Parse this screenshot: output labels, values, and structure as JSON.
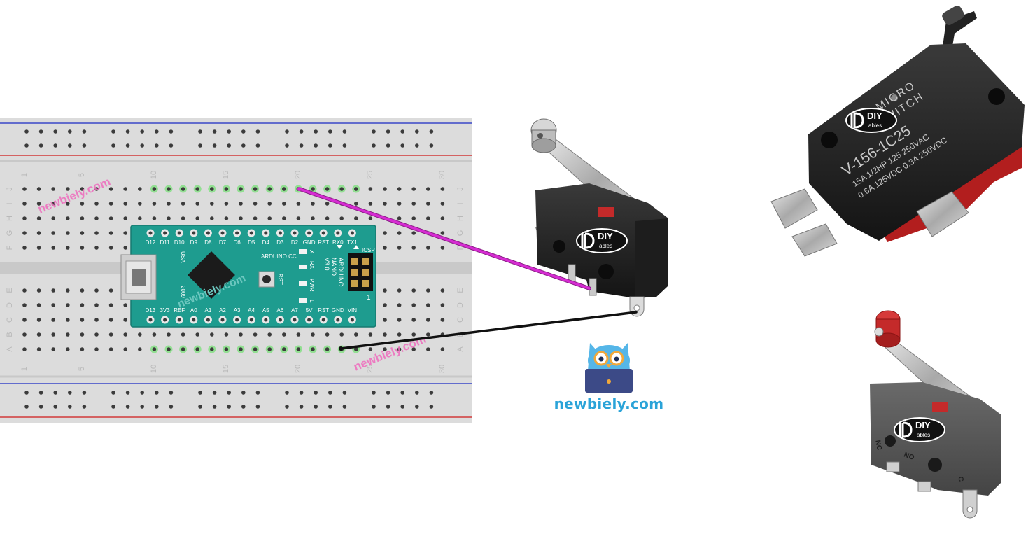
{
  "watermark": "newbiely.com",
  "logo_caption": "newbiely.com",
  "brand_badge": {
    "top": "DIY",
    "bottom": "ables"
  },
  "breadboard": {
    "row_letters_top": [
      "J",
      "I",
      "H",
      "G",
      "F"
    ],
    "row_letters_bottom": [
      "E",
      "D",
      "C",
      "B",
      "A"
    ],
    "column_numbers": [
      "1",
      "5",
      "10",
      "15",
      "20",
      "25",
      "30"
    ]
  },
  "arduino": {
    "top_pins": [
      "D12",
      "D11",
      "D10",
      "D9",
      "D8",
      "D7",
      "D6",
      "D5",
      "D4",
      "D3",
      "D2",
      "GND",
      "RST",
      "RX0",
      "TX1"
    ],
    "bottom_pins": [
      "D13",
      "3V3",
      "REF",
      "A0",
      "A1",
      "A2",
      "A3",
      "A4",
      "A5",
      "A6",
      "A7",
      "5V",
      "RST",
      "GND",
      "VIN"
    ],
    "name_lines": [
      "ARDUINO",
      "NANO",
      "V3.0"
    ],
    "site": "ARDUINO.CC",
    "usa": "USA",
    "year": "2009",
    "rst_label": "RST",
    "leds": [
      "TX",
      "RX",
      "PWR",
      "L"
    ],
    "icsp": "ICSP",
    "icsp_pin1": "1"
  },
  "large_switch": {
    "line1": "MICRO",
    "line2": "SWITCH",
    "model": "V-156-1C25",
    "rating1": "15A 1/2HP 125 250VAC",
    "rating2": "0.6A 125VDC 0.3A 250VDC"
  },
  "small_switch_labels": {
    "nc": "NC",
    "no": "NO",
    "c": "C"
  },
  "colors": {
    "breadboard": "#dcdcdc",
    "rail_blue": "#3a46c8",
    "rail_red": "#d23a3a",
    "arduino": "#1e9c8f",
    "wire_signal": "#d62cd2",
    "wire_ground": "#111111",
    "logo_blue": "#2aa3d8"
  }
}
